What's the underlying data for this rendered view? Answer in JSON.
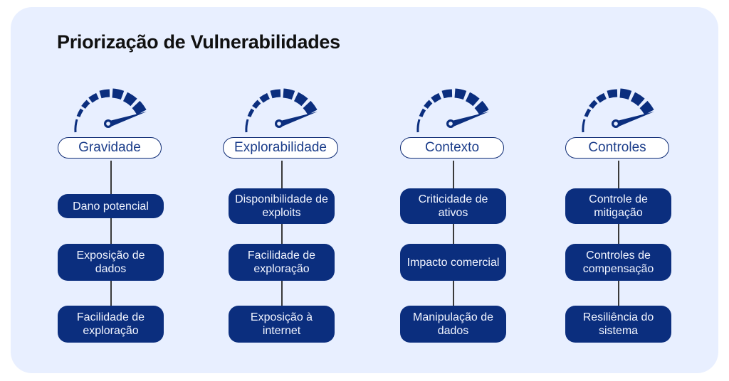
{
  "title": "Priorização de Vulnerabilidades",
  "colors": {
    "background": "#e8efff",
    "primary": "#0b2e7e",
    "header_text": "#1b3d8a"
  },
  "columns": [
    {
      "header": "Gravidade",
      "icon": "gauge-icon",
      "items": [
        "Dano potencial",
        "Exposição de dados",
        "Facilidade de exploração"
      ]
    },
    {
      "header": "Explorabilidade",
      "icon": "gauge-icon",
      "items": [
        "Disponibilidade de exploits",
        "Facilidade de exploração",
        "Exposição à internet"
      ]
    },
    {
      "header": "Contexto",
      "icon": "gauge-icon",
      "items": [
        "Criticidade de ativos",
        "Impacto comercial",
        "Manipulação de dados"
      ]
    },
    {
      "header": "Controles",
      "icon": "gauge-icon",
      "items": [
        "Controle de mitigação",
        "Controles de compensação",
        "Resiliência do sistema"
      ]
    }
  ]
}
